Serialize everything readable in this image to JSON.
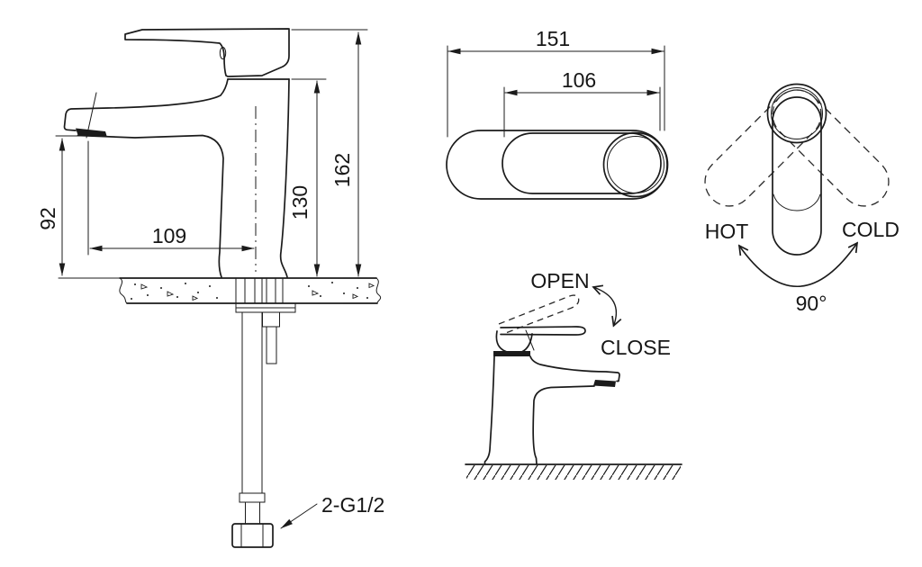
{
  "colors": {
    "line": "#1b1b1b",
    "background": "#ffffff"
  },
  "side_view": {
    "dim_spout_height": "92",
    "dim_spout_reach": "109",
    "dim_body_height": "130",
    "dim_total_height": "162",
    "connection_label": "2-G1/2"
  },
  "top_view": {
    "dim_total_length": "151",
    "dim_handle_length": "106"
  },
  "operation_view": {
    "open_label": "OPEN",
    "close_label": "CLOSE"
  },
  "rotation_view": {
    "hot_label": "HOT",
    "cold_label": "COLD",
    "angle_label": "90°"
  }
}
